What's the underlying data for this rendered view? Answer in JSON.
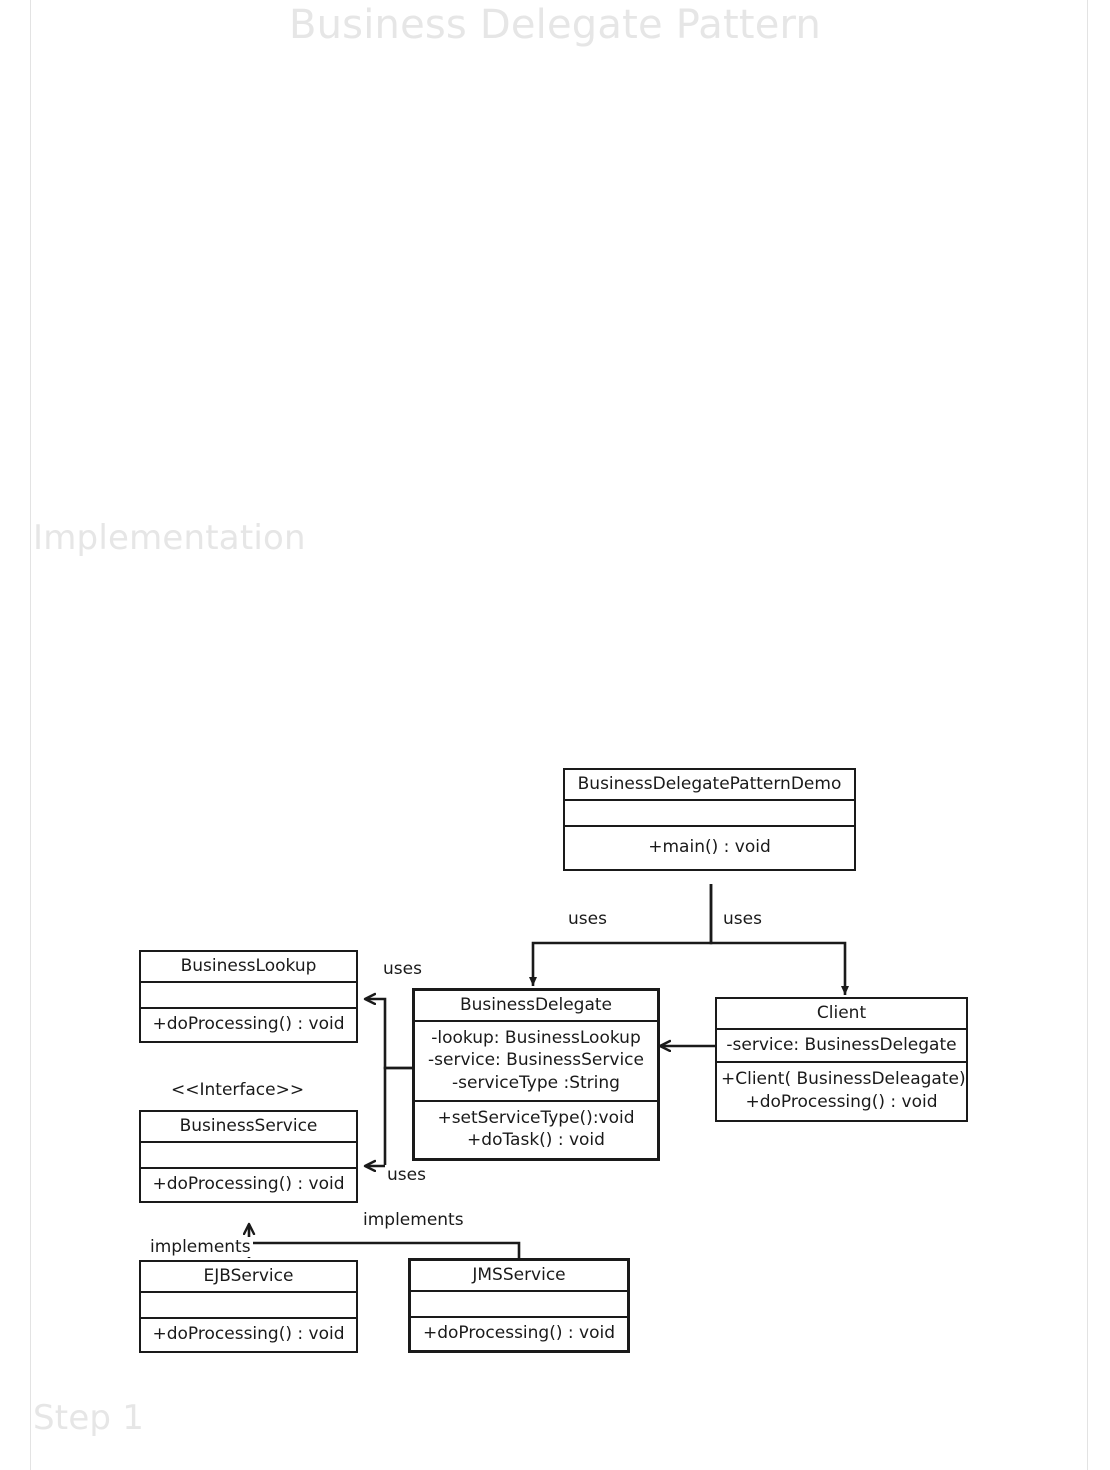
{
  "page": {
    "doc_title": "Business Delegate Pattern",
    "section_heading": "Implementation",
    "step_label": "Step 1"
  },
  "diagram": {
    "type": "uml-class-diagram",
    "classes": [
      {
        "id": "demo",
        "name": "BusinessDelegatePatternDemo",
        "stereotype": "",
        "attributes": [],
        "operations": [
          "+main() : void"
        ]
      },
      {
        "id": "delegate",
        "name": "BusinessDelegate",
        "stereotype": "",
        "attributes": [
          "-lookup:  BusinessLookup",
          "-service:  BusinessService",
          "-serviceType  :String"
        ],
        "operations": [
          "+setServiceType():void",
          "+doTask() : void"
        ]
      },
      {
        "id": "client",
        "name": "Client",
        "stereotype": "",
        "attributes": [
          "-service:  BusinessDelegate"
        ],
        "operations": [
          "+Client(  BusinessDeleagate)",
          "+doProcessing()  : void"
        ]
      },
      {
        "id": "lookup",
        "name": "BusinessLookup",
        "stereotype": "",
        "attributes": [],
        "operations": [
          "+doProcessing()  : void"
        ]
      },
      {
        "id": "service",
        "name": "BusinessService",
        "stereotype": "<<Interface>>",
        "attributes": [],
        "operations": [
          "+doProcessing()  : void"
        ]
      },
      {
        "id": "ejb",
        "name": "EJBService",
        "stereotype": "",
        "attributes": [],
        "operations": [
          "+doProcessing()  : void"
        ]
      },
      {
        "id": "jms",
        "name": "JMSService",
        "stereotype": "",
        "attributes": [],
        "operations": [
          "+doProcessing()  : void"
        ]
      }
    ],
    "edges": [
      {
        "id": "demo-delegate",
        "from": "demo",
        "to": "delegate",
        "label": "uses"
      },
      {
        "id": "demo-client",
        "from": "demo",
        "to": "client",
        "label": "uses"
      },
      {
        "id": "delegate-lookup",
        "from": "delegate",
        "to": "lookup",
        "label": "uses"
      },
      {
        "id": "delegate-service",
        "from": "delegate",
        "to": "service",
        "label": "uses"
      },
      {
        "id": "client-delegate",
        "from": "client",
        "to": "delegate",
        "label": ""
      },
      {
        "id": "ejb-service",
        "from": "ejb",
        "to": "service",
        "label": "implements"
      },
      {
        "id": "jms-service",
        "from": "jms",
        "to": "service",
        "label": "implements"
      }
    ],
    "colors": {
      "line": "#1a1a1a",
      "box_fill": "#ffffff",
      "ghost_text": "#e6e6e6",
      "page_rule": "#e3e3e3"
    }
  }
}
